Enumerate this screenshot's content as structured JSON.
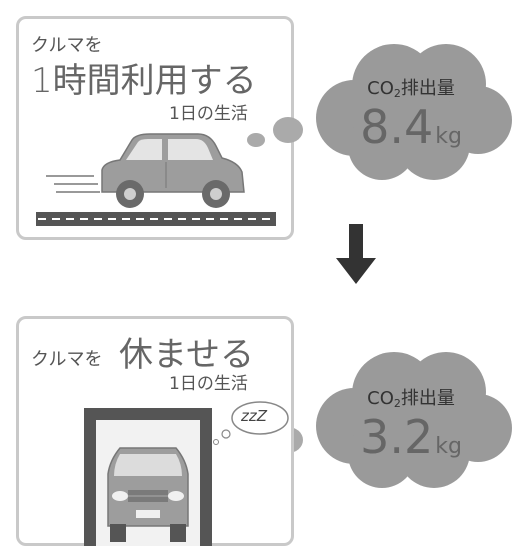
{
  "top_panel": {
    "line1": "クルマを",
    "line2": "1時間利用する",
    "line3": "1日の生活"
  },
  "top_cloud": {
    "label_prefix": "CO",
    "label_sub": "2",
    "label_suffix": "排出量",
    "value": "8.4",
    "unit": "kg"
  },
  "bottom_panel": {
    "line1_small": "クルマを",
    "line1_big": "休ませる",
    "line2": "1日の生活",
    "snore": "zzZ"
  },
  "bottom_cloud": {
    "label_prefix": "CO",
    "label_sub": "2",
    "label_suffix": "排出量",
    "value": "3.2",
    "unit": "kg"
  },
  "colors": {
    "panel_border": "#c9c9c9",
    "cloud_fill": "#9a9a9a",
    "arrow": "#333333"
  }
}
